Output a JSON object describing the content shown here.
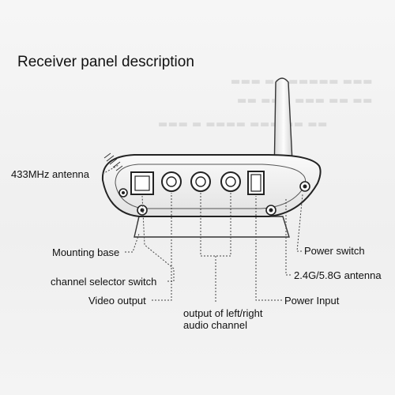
{
  "title": "Receiver panel description",
  "labels": {
    "antenna_433": "433MHz antenna",
    "mounting_base": "Mounting base",
    "channel_selector": "channel selector switch",
    "video_output": "Video output",
    "audio_line1": "output of left/right",
    "audio_line2": "audio channel",
    "power_switch": "Power switch",
    "antenna_24": "2.4G/5.8G antenna",
    "power_input": "Power Input"
  }
}
